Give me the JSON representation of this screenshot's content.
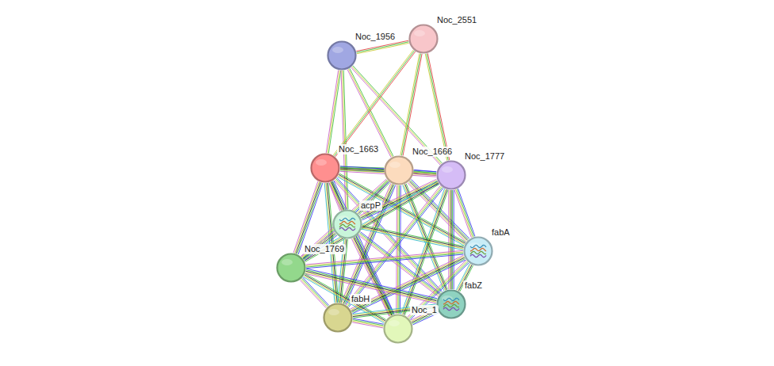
{
  "diagram": {
    "nodes": [
      {
        "text": [
          "Noc_1956"
        ]
      },
      {
        "text": [
          "Noc_2551"
        ]
      },
      {
        "text": [
          "Noc_1663"
        ]
      },
      {
        "text": [
          "Noc_1666"
        ]
      },
      {
        "text": [
          "Noc_1777"
        ]
      },
      {
        "text": [
          "acpP"
        ]
      },
      {
        "text": [
          "fabA"
        ]
      },
      {
        "text": [
          "Noc_1769"
        ]
      },
      {
        "text": [
          "fabZ"
        ]
      },
      {
        "text": [
          "fabH"
        ]
      },
      {
        "text": [
          "Noc_1"
        ]
      }
    ],
    "edges": [
      {
        "from": 0,
        "to": 1,
        "arrow": "none"
      },
      {
        "from": 0,
        "to": 2,
        "arrow": "none"
      },
      {
        "from": 0,
        "to": 3,
        "arrow": "none"
      },
      {
        "from": 0,
        "to": 4,
        "arrow": "none"
      },
      {
        "from": 0,
        "to": 5,
        "arrow": "none"
      },
      {
        "from": 1,
        "to": 2,
        "arrow": "none"
      },
      {
        "from": 1,
        "to": 3,
        "arrow": "none"
      },
      {
        "from": 1,
        "to": 4,
        "arrow": "none"
      },
      {
        "from": 2,
        "to": 3,
        "arrow": "none"
      },
      {
        "from": 2,
        "to": 4,
        "arrow": "none"
      },
      {
        "from": 2,
        "to": 5,
        "arrow": "none"
      },
      {
        "from": 2,
        "to": 6,
        "arrow": "none"
      },
      {
        "from": 2,
        "to": 7,
        "arrow": "none"
      },
      {
        "from": 2,
        "to": 8,
        "arrow": "none"
      },
      {
        "from": 2,
        "to": 9,
        "arrow": "none"
      },
      {
        "from": 2,
        "to": 10,
        "arrow": "none"
      },
      {
        "from": 3,
        "to": 4,
        "arrow": "none"
      },
      {
        "from": 3,
        "to": 5,
        "arrow": "none"
      },
      {
        "from": 3,
        "to": 6,
        "arrow": "none"
      },
      {
        "from": 3,
        "to": 7,
        "arrow": "none"
      },
      {
        "from": 3,
        "to": 8,
        "arrow": "none"
      },
      {
        "from": 3,
        "to": 9,
        "arrow": "none"
      },
      {
        "from": 3,
        "to": 10,
        "arrow": "none"
      },
      {
        "from": 4,
        "to": 5,
        "arrow": "none"
      },
      {
        "from": 4,
        "to": 6,
        "arrow": "none"
      },
      {
        "from": 4,
        "to": 7,
        "arrow": "none"
      },
      {
        "from": 4,
        "to": 8,
        "arrow": "none"
      },
      {
        "from": 4,
        "to": 9,
        "arrow": "none"
      },
      {
        "from": 4,
        "to": 10,
        "arrow": "none"
      },
      {
        "from": 5,
        "to": 6,
        "arrow": "none"
      },
      {
        "from": 5,
        "to": 7,
        "arrow": "none"
      },
      {
        "from": 5,
        "to": 8,
        "arrow": "none"
      },
      {
        "from": 5,
        "to": 9,
        "arrow": "none"
      },
      {
        "from": 5,
        "to": 10,
        "arrow": "none"
      },
      {
        "from": 6,
        "to": 7,
        "arrow": "none"
      },
      {
        "from": 6,
        "to": 8,
        "arrow": "none"
      },
      {
        "from": 6,
        "to": 9,
        "arrow": "none"
      },
      {
        "from": 6,
        "to": 10,
        "arrow": "none"
      },
      {
        "from": 7,
        "to": 8,
        "arrow": "none"
      },
      {
        "from": 7,
        "to": 9,
        "arrow": "none"
      },
      {
        "from": 7,
        "to": 10,
        "arrow": "none"
      },
      {
        "from": 8,
        "to": 9,
        "arrow": "none"
      },
      {
        "from": 8,
        "to": 10,
        "arrow": "none"
      },
      {
        "from": 9,
        "to": 10,
        "arrow": "none"
      }
    ]
  }
}
